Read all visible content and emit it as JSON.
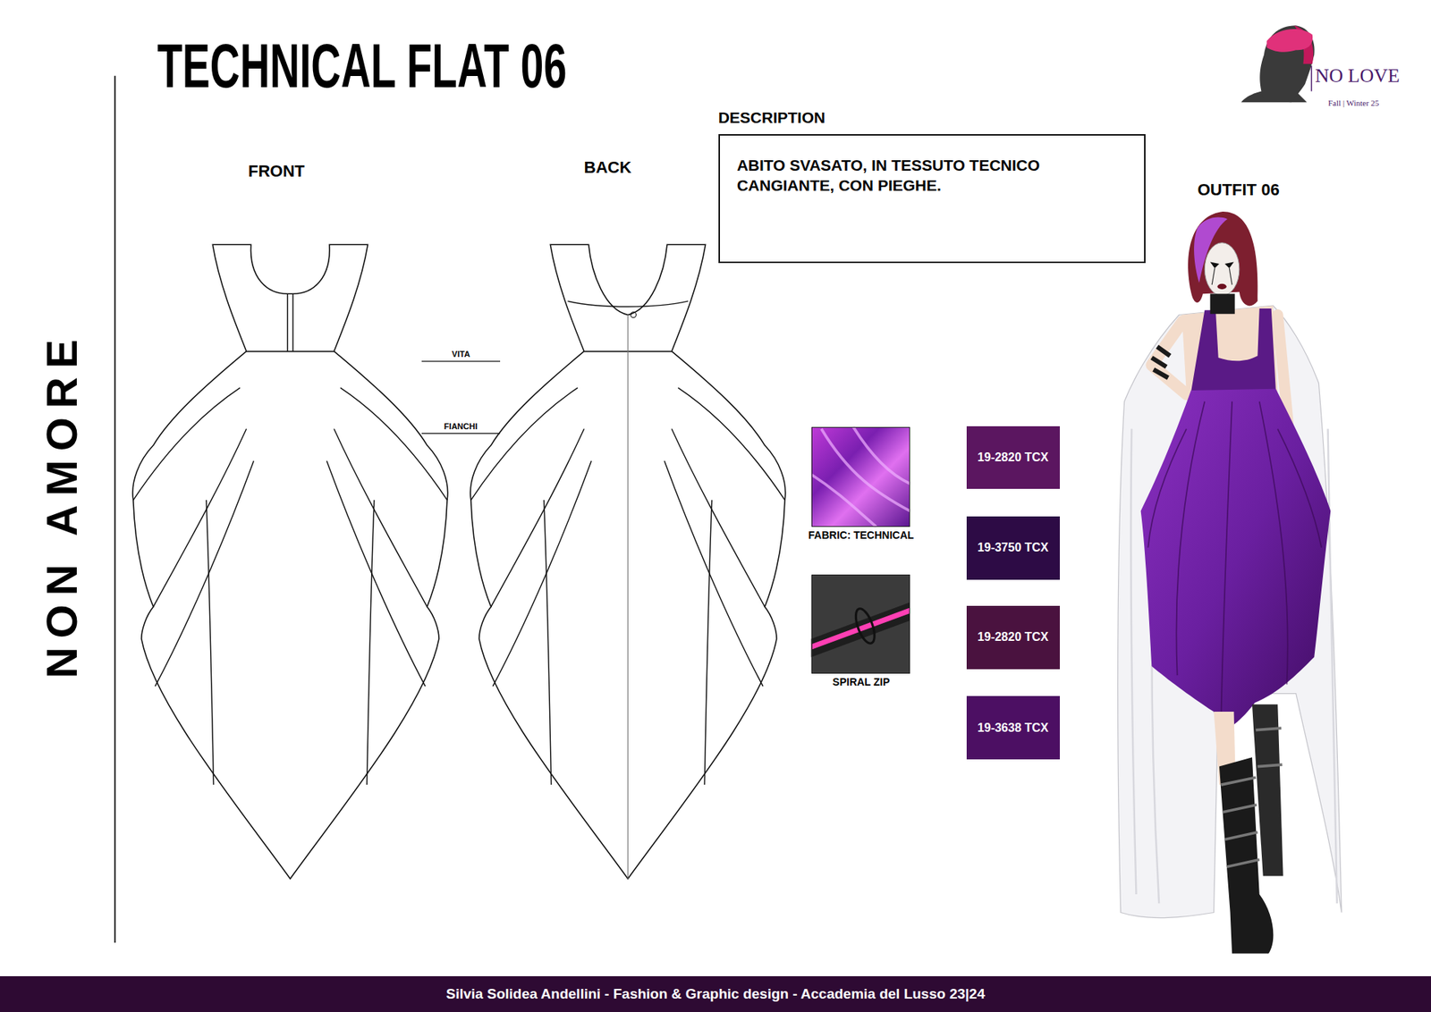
{
  "diagram": {
    "title": "TECHNICAL FLAT 06",
    "nodes": [
      {
        "text": [
          "DESCRIPTION",
          "ABITO SVASATO, IN TESSUTO TECNICO CANGIANTE, CON PIEGHE."
        ]
      },
      {
        "text": [
          "FABRIC: TECHNICAL"
        ]
      },
      {
        "text": [
          "SPIRAL ZIP"
        ]
      },
      {
        "text": [
          "19-2820 TCX"
        ]
      },
      {
        "text": [
          "19-3750 TCX"
        ]
      },
      {
        "text": [
          "19-2820 TCX"
        ]
      },
      {
        "text": [
          "19-3638 TCX"
        ]
      },
      {
        "text": [
          "Silvia Solidea Andellini - Fashion & Graphic design - Accademia del Lusso 23|24"
        ]
      }
    ],
    "labels": [
      "NON AMORE",
      "FRONT",
      "BACK",
      "VITA",
      "FIANCHI",
      "OUTFIT 06",
      "NO LOVE",
      "Fall | Winter 25"
    ]
  }
}
